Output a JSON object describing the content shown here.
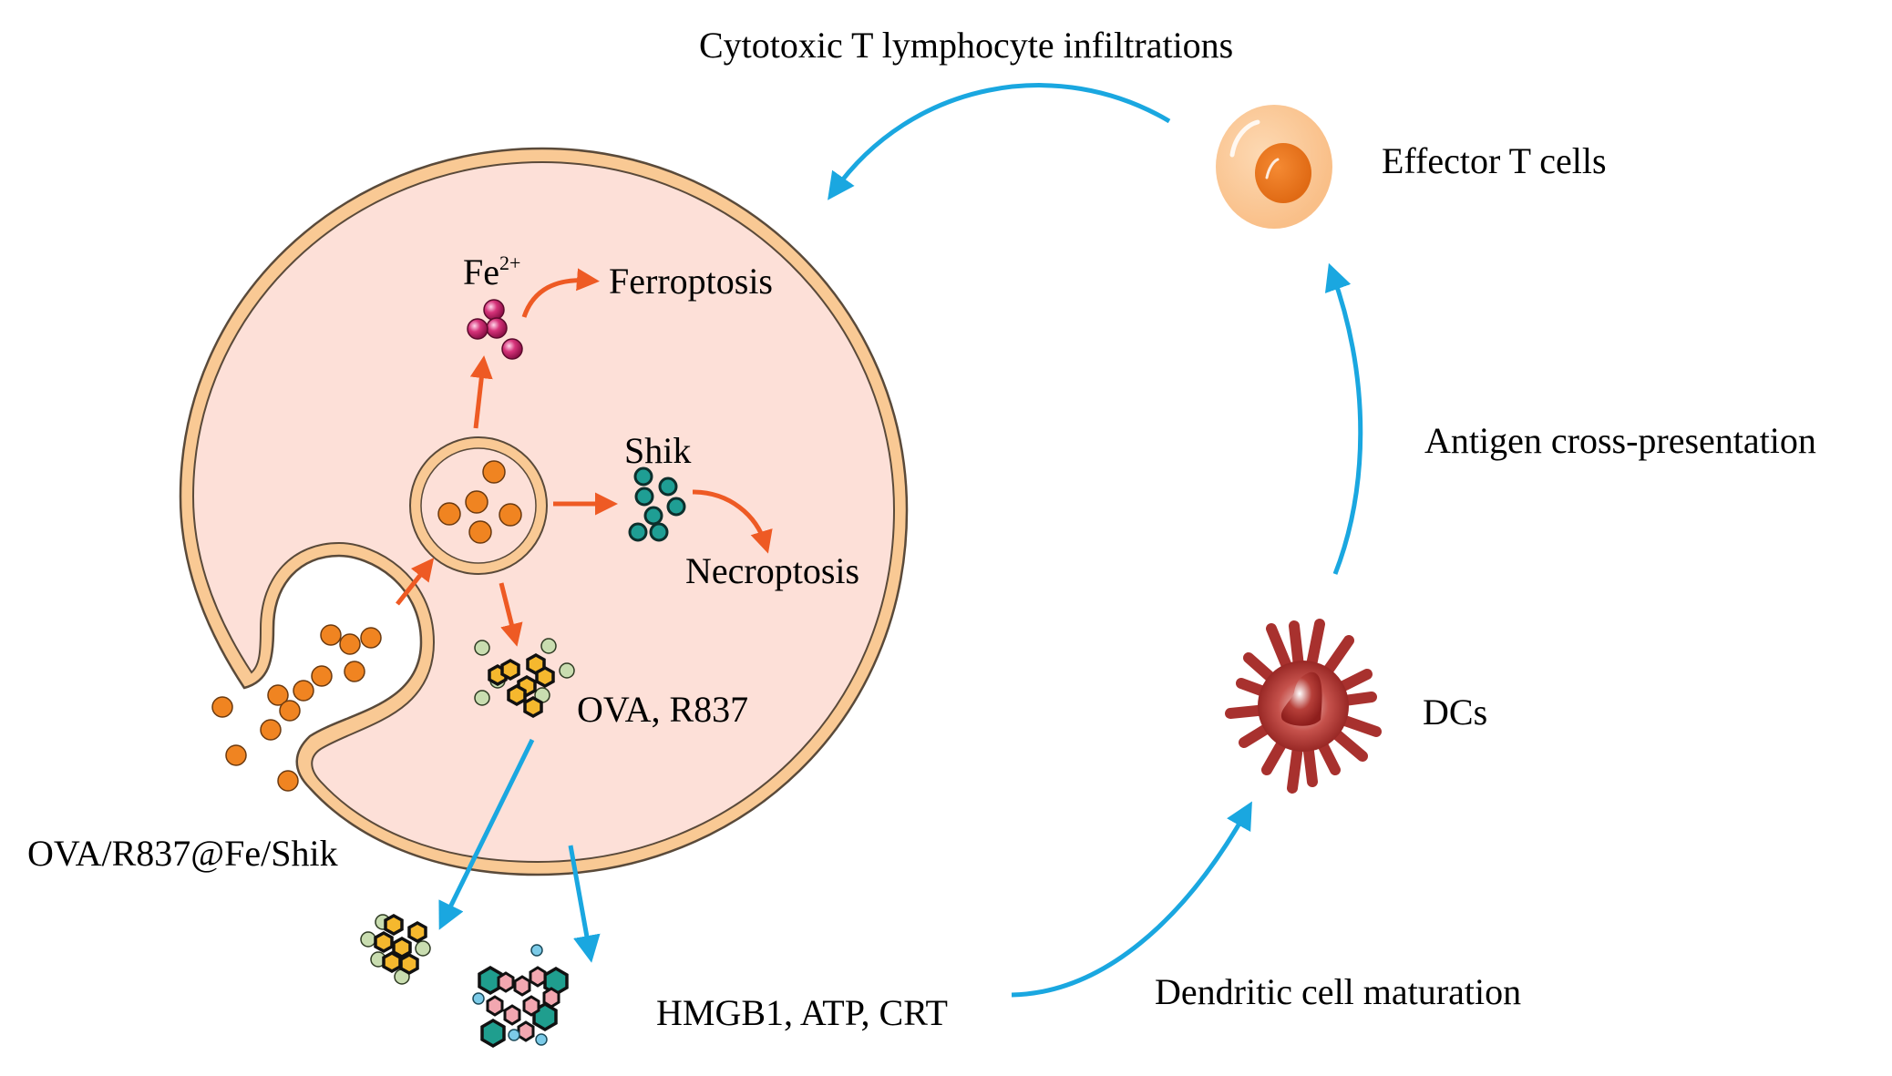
{
  "title": "Cytotoxic T lymphocyte infiltrations",
  "labels": {
    "fe_ion": "Fe",
    "fe_charge": "2+",
    "ferroptosis": "Ferroptosis",
    "shik": "Shik",
    "necroptosis": "Necroptosis",
    "ova_r837": "OVA, R837",
    "nanoparticle": "OVA/R837@Fe/Shik",
    "damps": "HMGB1, ATP, CRT",
    "dc_maturation": "Dendritic cell maturation",
    "dcs": "DCs",
    "antigen_presentation": "Antigen cross-presentation",
    "effector_t_cells": "Effector T cells"
  },
  "colors": {
    "cell_fill": "#fde0d8",
    "membrane": "#f9c994",
    "membrane_line": "#5a4a3a",
    "nanoparticle": "#f08421",
    "orange_arrow": "#ee5a24",
    "blue_arrow": "#1aa7e0",
    "fe_particle": "#d6337a",
    "shik_particle": "#1f9e94",
    "ova_hex": "#f5b82e",
    "r837_sphere": "#c9ddb0",
    "hmgb1_hex": "#1f9e8e",
    "atp_sphere": "#7ccbe8",
    "crt_hex": "#f2a7b0",
    "dc_cell": "#a8312e",
    "t_cell_outer": "#fcc896",
    "t_cell_nucleus": "#ee7d26"
  }
}
